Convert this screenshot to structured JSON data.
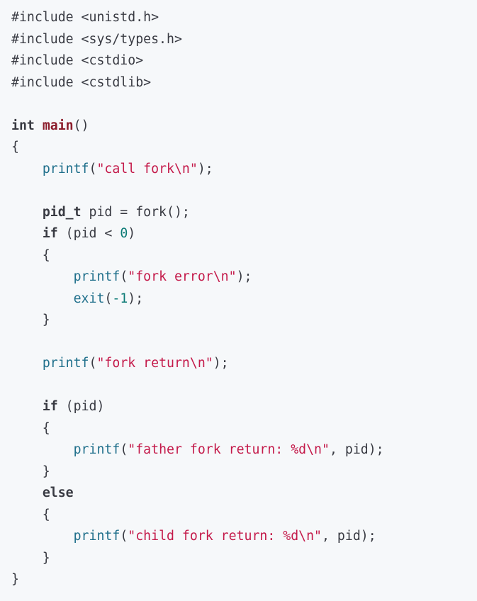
{
  "editor": {
    "language": "C++",
    "lines": [
      [
        {
          "t": "plain",
          "v": "#include <unistd.h>"
        }
      ],
      [
        {
          "t": "plain",
          "v": "#include <sys/types.h>"
        }
      ],
      [
        {
          "t": "plain",
          "v": "#include <cstdio>"
        }
      ],
      [
        {
          "t": "plain",
          "v": "#include <cstdlib>"
        }
      ],
      [],
      [
        {
          "t": "kw",
          "v": "int "
        },
        {
          "t": "fn",
          "v": "main"
        },
        {
          "t": "plain",
          "v": "()"
        }
      ],
      [
        {
          "t": "plain",
          "v": "{"
        }
      ],
      [
        {
          "t": "plain",
          "v": "    "
        },
        {
          "t": "call",
          "v": "printf"
        },
        {
          "t": "plain",
          "v": "("
        },
        {
          "t": "str",
          "v": "\"call fork\\n\""
        },
        {
          "t": "plain",
          "v": ");"
        }
      ],
      [],
      [
        {
          "t": "plain",
          "v": "    "
        },
        {
          "t": "kw",
          "v": "pid_t"
        },
        {
          "t": "plain",
          "v": " pid = fork();"
        }
      ],
      [
        {
          "t": "plain",
          "v": "    "
        },
        {
          "t": "kw",
          "v": "if"
        },
        {
          "t": "plain",
          "v": " (pid < "
        },
        {
          "t": "num",
          "v": "0"
        },
        {
          "t": "plain",
          "v": ")"
        }
      ],
      [
        {
          "t": "plain",
          "v": "    {"
        }
      ],
      [
        {
          "t": "plain",
          "v": "        "
        },
        {
          "t": "call",
          "v": "printf"
        },
        {
          "t": "plain",
          "v": "("
        },
        {
          "t": "str",
          "v": "\"fork error\\n\""
        },
        {
          "t": "plain",
          "v": ");"
        }
      ],
      [
        {
          "t": "plain",
          "v": "        "
        },
        {
          "t": "call",
          "v": "exit"
        },
        {
          "t": "plain",
          "v": "("
        },
        {
          "t": "num",
          "v": "-1"
        },
        {
          "t": "plain",
          "v": ");"
        }
      ],
      [
        {
          "t": "plain",
          "v": "    }"
        }
      ],
      [],
      [
        {
          "t": "plain",
          "v": "    "
        },
        {
          "t": "call",
          "v": "printf"
        },
        {
          "t": "plain",
          "v": "("
        },
        {
          "t": "str",
          "v": "\"fork return\\n\""
        },
        {
          "t": "plain",
          "v": ");"
        }
      ],
      [],
      [
        {
          "t": "plain",
          "v": "    "
        },
        {
          "t": "kw",
          "v": "if"
        },
        {
          "t": "plain",
          "v": " (pid)"
        }
      ],
      [
        {
          "t": "plain",
          "v": "    {"
        }
      ],
      [
        {
          "t": "plain",
          "v": "        "
        },
        {
          "t": "call",
          "v": "printf"
        },
        {
          "t": "plain",
          "v": "("
        },
        {
          "t": "str",
          "v": "\"father fork return: %d\\n\""
        },
        {
          "t": "plain",
          "v": ", pid);"
        }
      ],
      [
        {
          "t": "plain",
          "v": "    }"
        }
      ],
      [
        {
          "t": "plain",
          "v": "    "
        },
        {
          "t": "kw",
          "v": "else"
        }
      ],
      [
        {
          "t": "plain",
          "v": "    {"
        }
      ],
      [
        {
          "t": "plain",
          "v": "        "
        },
        {
          "t": "call",
          "v": "printf"
        },
        {
          "t": "plain",
          "v": "("
        },
        {
          "t": "str",
          "v": "\"child fork return: %d\\n\""
        },
        {
          "t": "plain",
          "v": ", pid);"
        }
      ],
      [
        {
          "t": "plain",
          "v": "    }"
        }
      ],
      [
        {
          "t": "plain",
          "v": "}"
        }
      ]
    ]
  }
}
